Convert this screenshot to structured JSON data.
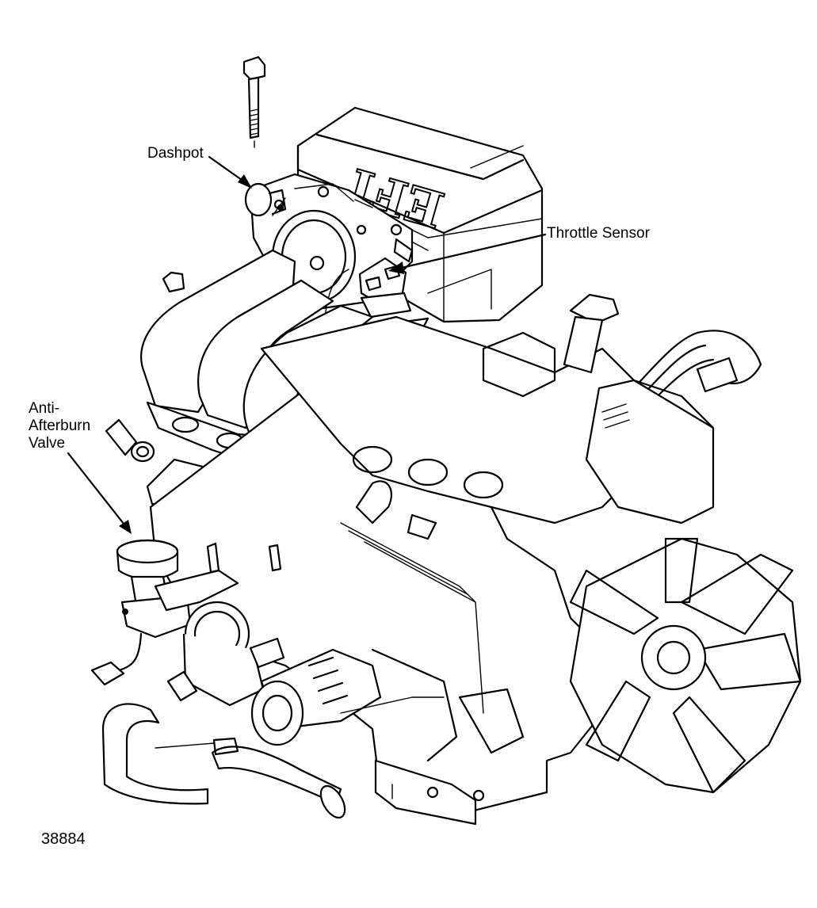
{
  "labels": {
    "dashpot": "Dashpot",
    "throttle_sensor": "Throttle Sensor",
    "anti_afterburn_valve": [
      "Anti-",
      "Afterburn",
      "Valve"
    ],
    "figure_number": "38884"
  },
  "cover_text": "EFI",
  "colors": {
    "ink": "#000000",
    "paper": "#ffffff"
  }
}
